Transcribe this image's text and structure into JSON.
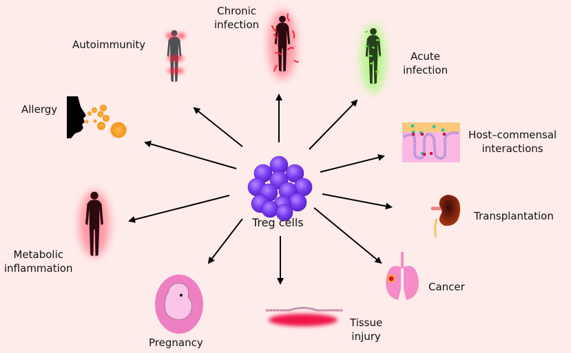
{
  "center": {
    "label": "Treg cells"
  },
  "nodes": {
    "autoimmunity": {
      "label": "Autoimmunity"
    },
    "chronic": {
      "line1": "Chronic",
      "line2": "infection"
    },
    "acute": {
      "line1": "Acute",
      "line2": "infection"
    },
    "allergy": {
      "label": "Allergy"
    },
    "host": {
      "line1": "Host–commensal",
      "line2": "interactions"
    },
    "transplant": {
      "label": "Transplantation"
    },
    "metabolic": {
      "line1": "Metabolic",
      "line2": "inflammation"
    },
    "cancer": {
      "label": "Cancer"
    },
    "pregnancy": {
      "label": "Pregnancy"
    },
    "tissue": {
      "line1": "Tissue",
      "line2": "injury"
    }
  },
  "colors": {
    "background": "#fdecea",
    "treg": "#7b3ff2",
    "inflammation": "#e8203c",
    "infection_green": "#6be03a",
    "allergen": "#f5a02a"
  }
}
